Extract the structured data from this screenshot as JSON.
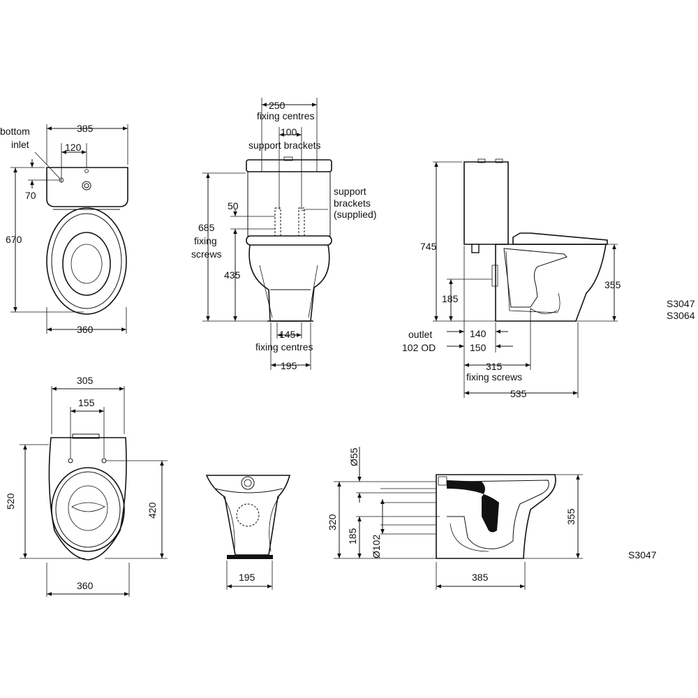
{
  "labels": {
    "top_plan": {
      "bottom": "bottom",
      "inlet": "inlet",
      "w385": "385",
      "d120": "120",
      "d70": "70",
      "h670": "670",
      "w360": "360"
    },
    "front": {
      "w250": "250",
      "fixing_centres_top": "fixing centres",
      "w100": "100",
      "support_brackets": "support brackets",
      "sb1": "support",
      "sb2": "brackets",
      "sb3": "(supplied)",
      "h685": "685",
      "fixing": "fixing",
      "screws": "screws",
      "h50": "50",
      "h435": "435",
      "w145": "145",
      "fixing_centres_bottom": "fixing centres",
      "w195": "195"
    },
    "side": {
      "h745": "745",
      "h355": "355",
      "h185": "185",
      "w140": "140",
      "w150": "150",
      "outlet": "outlet",
      "od": "102 OD",
      "w315": "315",
      "fixing_screws": "fixing screws",
      "w535": "535"
    },
    "codes": {
      "c1": "S3047",
      "c2": "S3064",
      "c3": "S3047"
    },
    "pan_plan": {
      "w305": "305",
      "w155": "155",
      "h520": "520",
      "h420": "420",
      "w360": "360"
    },
    "pan_front": {
      "w195": "195"
    },
    "pan_side": {
      "d55": "Ø55",
      "h320": "320",
      "h185": "185",
      "d102": "Ø102",
      "h355": "355",
      "w385": "385"
    }
  }
}
